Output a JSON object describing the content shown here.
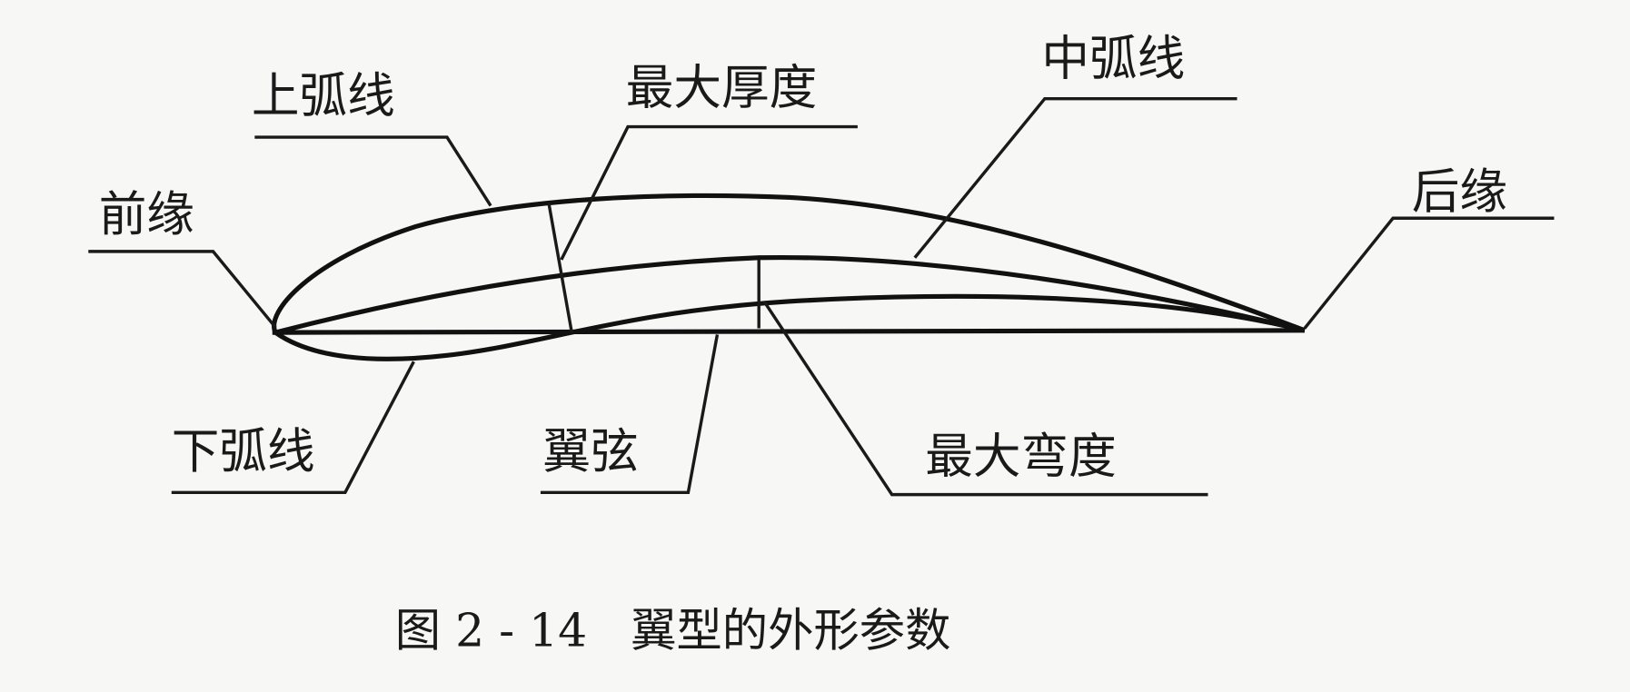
{
  "labels": {
    "upper_surface": "上弧线",
    "max_thickness": "最大厚度",
    "mean_camber_line": "中弧线",
    "leading_edge": "前缘",
    "trailing_edge": "后缘",
    "lower_surface": "下弧线",
    "chord": "翼弦",
    "max_camber": "最大弯度"
  },
  "caption": "图 2 - 14   翼型的外形参数"
}
